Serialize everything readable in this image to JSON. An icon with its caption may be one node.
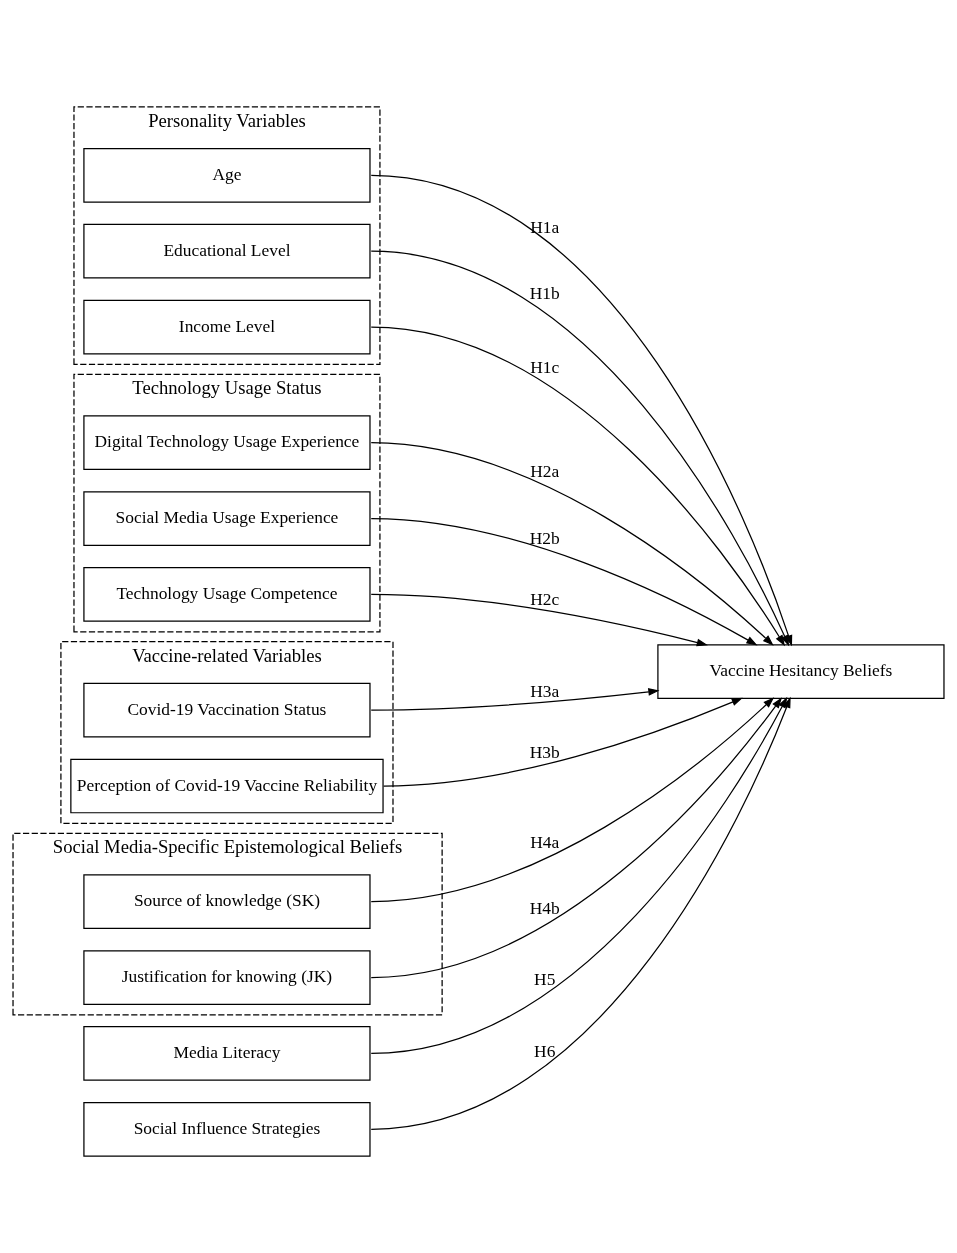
{
  "diagram": {
    "nodes": [
      {
        "text": [
          "Personality Variables"
        ]
      },
      {
        "text": [
          "Age"
        ],
        "in": 0
      },
      {
        "text": [
          "Educational Level"
        ],
        "in": 0
      },
      {
        "text": [
          "Income Level"
        ],
        "in": 0
      },
      {
        "text": [
          "Technology Usage Status"
        ]
      },
      {
        "text": [
          "Digital Technology Usage Experience"
        ],
        "in": 4
      },
      {
        "text": [
          "Social Media Usage Experience"
        ],
        "in": 4
      },
      {
        "text": [
          "Technology Usage Competence"
        ],
        "in": 4
      },
      {
        "text": [
          "Vaccine-related Variables"
        ]
      },
      {
        "text": [
          "Covid-19 Vaccination Status"
        ],
        "in": 8
      },
      {
        "text": [
          "Perception of Covid-19 Vaccine Reliability"
        ],
        "in": 8
      },
      {
        "text": [
          "Social Media-Specific Epistemological Beliefs"
        ]
      },
      {
        "text": [
          "Source of knowledge (SK)"
        ],
        "in": 11
      },
      {
        "text": [
          "Justification for knowing (JK)"
        ],
        "in": 11
      },
      {
        "text": [
          "Media Literacy"
        ]
      },
      {
        "text": [
          "Social Influence Strategies"
        ]
      },
      {
        "text": [
          "Vaccine Hesitancy Beliefs"
        ]
      }
    ],
    "edges": [
      {
        "from": 1,
        "to": 16,
        "arrow": "to",
        "label": "H1a"
      },
      {
        "from": 2,
        "to": 16,
        "arrow": "to",
        "label": "H1b"
      },
      {
        "from": 3,
        "to": 16,
        "arrow": "to",
        "label": "H1c"
      },
      {
        "from": 5,
        "to": 16,
        "arrow": "to",
        "label": "H2a"
      },
      {
        "from": 6,
        "to": 16,
        "arrow": "to",
        "label": "H2b"
      },
      {
        "from": 7,
        "to": 16,
        "arrow": "to",
        "label": "H2c"
      },
      {
        "from": 9,
        "to": 16,
        "arrow": "to",
        "label": "H3a"
      },
      {
        "from": 10,
        "to": 16,
        "arrow": "to",
        "label": "H3b"
      },
      {
        "from": 12,
        "to": 16,
        "arrow": "to",
        "label": "H4a"
      },
      {
        "from": 13,
        "to": 16,
        "arrow": "to",
        "label": "H4b"
      },
      {
        "from": 14,
        "to": 16,
        "arrow": "to",
        "label": "H5"
      },
      {
        "from": 15,
        "to": 16,
        "arrow": "to",
        "label": "H6"
      }
    ]
  }
}
